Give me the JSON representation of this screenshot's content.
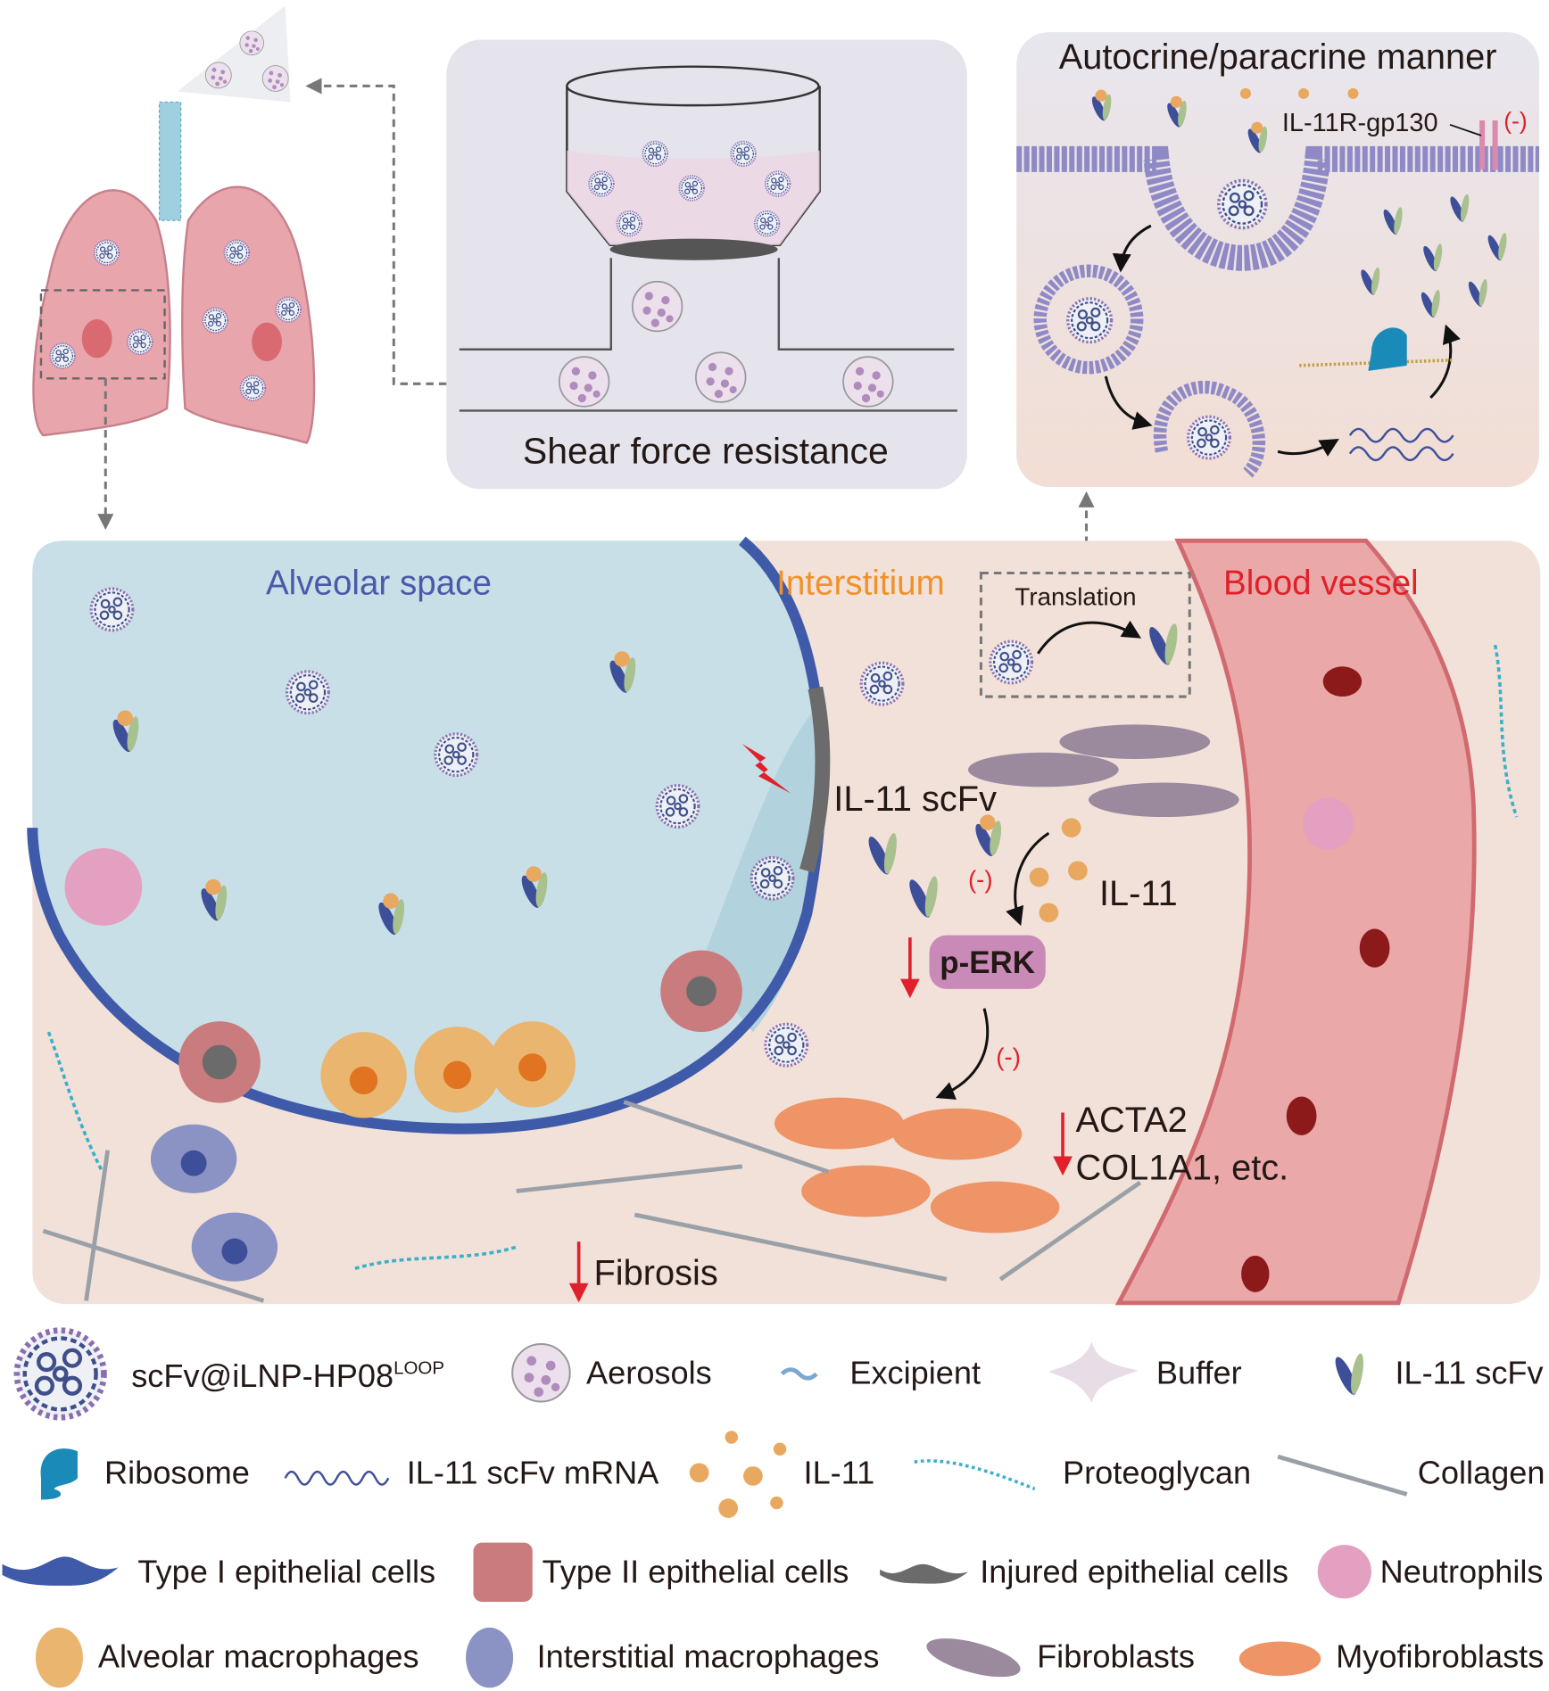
{
  "shear_panel": {
    "label": "Shear force resistance"
  },
  "autocrine_panel": {
    "title": "Autocrine/paracrine manner",
    "receptor_label": "IL-11R-gp130",
    "inhibit": "(-)"
  },
  "main_panel": {
    "alveolar_label": "Alveolar space",
    "interstitium_label": "Interstitium",
    "blood_vessel_label": "Blood vessel",
    "translation_label": "Translation",
    "scfv_label": "IL-11 scFv",
    "il11_label": "IL-11",
    "perk_label": "p-ERK",
    "inhibit_1": "(-)",
    "inhibit_2": "(-)",
    "acta2_label": "ACTA2",
    "col1a1_label": "COL1A1, etc.",
    "fibrosis_label": "Fibrosis"
  },
  "colors": {
    "alveolar": "#4a5aa8",
    "interstitium": "#f0922a",
    "blood_vessel": "#e0202a",
    "perk": "#c98ab8"
  },
  "legend": {
    "nanoparticle": {
      "label": "scFv@iLNP-HP08",
      "sup": "LOOP"
    },
    "aerosols": "Aerosols",
    "excipient": "Excipient",
    "buffer": "Buffer",
    "scfv": "IL-11 scFv",
    "ribosome": "Ribosome",
    "mrna": "IL-11 scFv mRNA",
    "il11": "IL-11",
    "proteoglycan": "Proteoglycan",
    "collagen": "Collagen",
    "type1": "Type I epithelial cells",
    "type2": "Type II epithelial cells",
    "injured": "Injured epithelial cells",
    "neutrophils": "Neutrophils",
    "alveolar_mac": "Alveolar macrophages",
    "interstitial_mac": "Interstitial macrophages",
    "fibroblasts": "Fibroblasts",
    "myofibroblasts": "Myofibroblasts"
  }
}
